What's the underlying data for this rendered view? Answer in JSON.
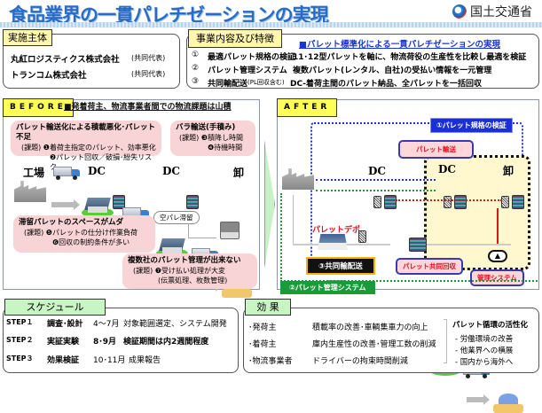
{
  "header": {
    "title": "食品業界の一貫パレチゼーションの実現",
    "org": "国土交通省"
  },
  "implementers": {
    "tag": "実施主体",
    "companies": [
      {
        "name": "丸紅ロジスティクス株式会社",
        "role": "(共同代表)"
      },
      {
        "name": "トランコム株式会社",
        "role": "(共同代表)"
      }
    ]
  },
  "business": {
    "tag": "事業内容及び特徴",
    "headline": "■パレット標準化による一貫パレチゼーションの実現",
    "items": [
      {
        "num": "①",
        "name": "最適パレット規格の検証",
        "desc": "11･12型パレットを軸に、物流荷役の生産性を比較し最適を検証"
      },
      {
        "num": "②",
        "name": "パレット管理システム",
        "desc": "複数パレット(レンタル、自社)の受払い情報を一元管理"
      },
      {
        "num": "③",
        "name": "共同輸配送",
        "name_note": "(PL回収含む)",
        "desc": "DC-着荷主間のパレット納品、全パレットを一括回収"
      }
    ]
  },
  "before": {
    "tag": "BEFORE",
    "headline": "■発着荷主、物流事業者間での物流課題は山積",
    "nodes": [
      "工場",
      "DC",
      "DC",
      "卸"
    ],
    "issues": [
      {
        "title": "パレット輸送化による積載悪化･パレット不足",
        "lines": [
          "(課題) ❶着荷主指定のパレット、効率悪化",
          "❷パレット回収／破損･紛失リスク"
        ]
      },
      {
        "title": "バラ輸送(手積み)",
        "lines": [
          "(課題) ❸積降し時間",
          "❹待機時間"
        ]
      },
      {
        "title": "滞留パレットのスペースがムダ",
        "lines": [
          "(課題) ❺パレットの仕分け作業負荷",
          "❻回収の制約条件が多い"
        ]
      },
      {
        "title": "複数社のパレット管理が出来ない",
        "lines": [
          "(課題) ❼受け払い処理が大変",
          "(伝票処理、枚数管理)"
        ]
      }
    ],
    "cloud_label": "空パレ滞留"
  },
  "after": {
    "tag": "AFTER",
    "nodes": [
      "DC",
      "DC",
      "卸"
    ],
    "labels": {
      "standard": "①パレット規格の検証",
      "pallet_transport": "パレット輸送",
      "depot": "パレットデポ",
      "joint_delivery": "③共同輸配送",
      "joint_collection": "パレット共同回収",
      "management_system": "管理システム",
      "pallet_mgmt": "②パレット管理システム"
    }
  },
  "schedule": {
    "tag": "スケジュール",
    "steps": [
      {
        "step": "STEP１",
        "phase": "調査･設計",
        "period": "4～7月",
        "desc": "対象範囲選定、システム開発"
      },
      {
        "step": "STEP２",
        "phase": "実証実験",
        "period": "8･9月",
        "desc": "検証期間は内2週間程度"
      },
      {
        "step": "STEP３",
        "phase": "効果検証",
        "period": "10･11月",
        "desc": "成果報告"
      }
    ]
  },
  "effects": {
    "tag": "効 果",
    "items": [
      {
        "who": "･発荷主",
        "what": "積載率の改善･車輌集車力の向上"
      },
      {
        "who": "･着荷主",
        "what": "庫内生産性の改善･管理工数の削減"
      },
      {
        "who": "･物流事業者",
        "what": "ドライバーの拘束時間削減"
      }
    ],
    "summary_title": "パレット循環の活性化",
    "summary_items": [
      "- 労働環境の改善",
      "- 他業界への横展",
      "- 国内から海外へ"
    ]
  }
}
